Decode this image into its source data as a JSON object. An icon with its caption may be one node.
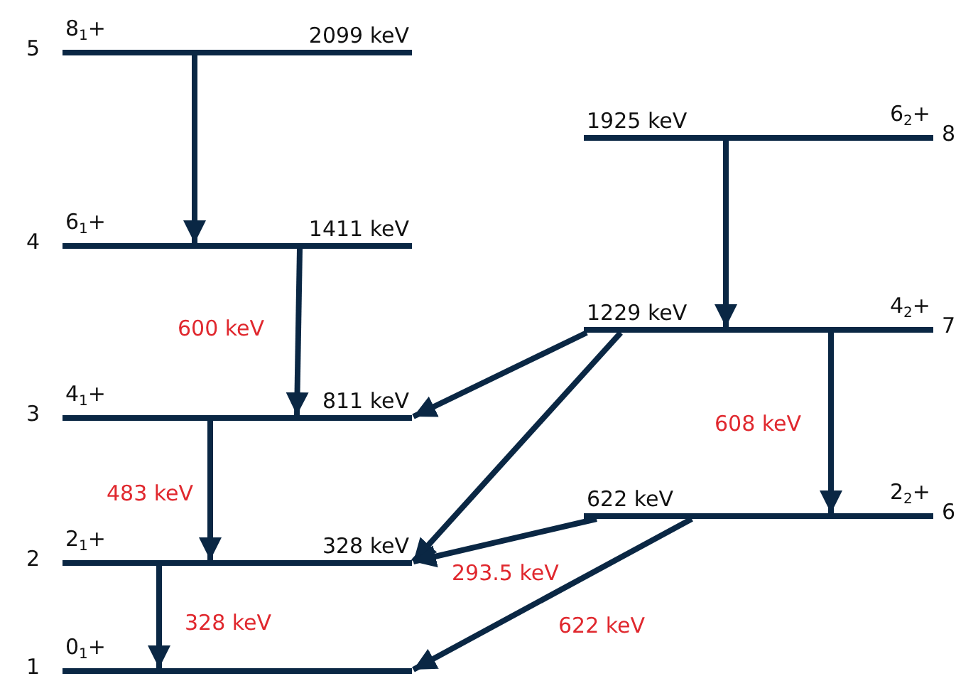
{
  "diagram": {
    "nodes": [
      {
        "text": [
          "8$_{1}$+",
          "2099 keV"
        ],
        "beside": [
          "5"
        ]
      },
      {
        "text": [
          "6$_{1}$+",
          "1411 keV"
        ],
        "beside": [
          "4"
        ]
      },
      {
        "text": [
          "4$_{1}$+",
          "811 keV"
        ],
        "beside": [
          "3"
        ]
      },
      {
        "text": [
          "2$_{1}$+",
          "328 keV"
        ],
        "beside": [
          "2"
        ]
      },
      {
        "text": [
          "0$_{1}$+"
        ],
        "beside": [
          "1"
        ]
      },
      {
        "text": [
          "1925 keV",
          "6$_{2}$+"
        ],
        "beside": [
          "8"
        ]
      },
      {
        "text": [
          "1229 keV",
          "4$_{2}$+"
        ],
        "beside": [
          "7"
        ]
      },
      {
        "text": [
          "622 keV",
          "2$_{2}$+"
        ],
        "beside": [
          "6"
        ]
      }
    ],
    "edges": [
      {
        "from": 0,
        "to": 1,
        "arrow": "to"
      },
      {
        "from": 1,
        "to": 2,
        "arrow": "to",
        "label": "600 keV"
      },
      {
        "from": 5,
        "to": 6,
        "arrow": "to"
      },
      {
        "from": 6,
        "to": 2,
        "arrow": "to"
      },
      {
        "from": 6,
        "to": 3,
        "arrow": "to"
      },
      {
        "from": 6,
        "to": 7,
        "arrow": "to",
        "label": "608 keV"
      },
      {
        "from": 2,
        "to": 3,
        "arrow": "to",
        "label": "483 keV"
      },
      {
        "from": 7,
        "to": 3,
        "arrow": "to",
        "label": "293.5 keV"
      },
      {
        "from": 7,
        "to": 4,
        "arrow": "to",
        "label": "622 keV"
      },
      {
        "from": 3,
        "to": 4,
        "arrow": "to",
        "label": "328 keV"
      }
    ]
  }
}
